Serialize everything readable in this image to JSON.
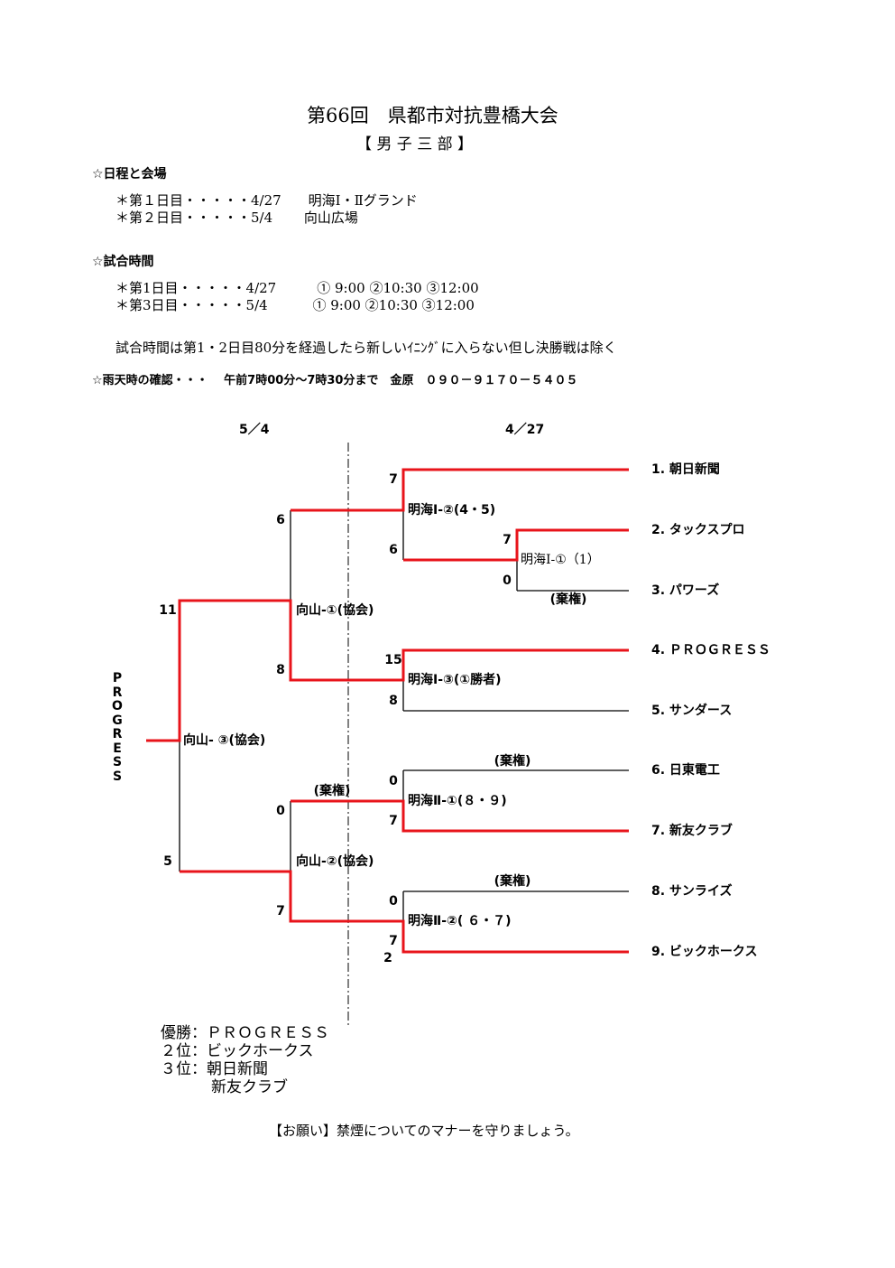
{
  "header": {
    "title": "第66回　県都市対抗豊橋大会",
    "division": "【 男 子 三 部 】"
  },
  "schedule": {
    "heading": "☆日程と会場",
    "rows": [
      "＊第１日目・・・・・4/27　　明海Ⅰ・Ⅱグランド",
      "＊第２日目・・・・・5/4　　 向山広場"
    ]
  },
  "times": {
    "heading": "☆試合時間",
    "rows": [
      "＊第1日目・・・・・4/27　　　① 9:00 ②10:30 ③12:00",
      "＊第3日目・・・・・5/4　　　 ① 9:00 ②10:30 ③12:00"
    ],
    "note": "試合時間は第1・2日目80分を経過したら新しいｲﾆﾝｸﾞに入らない但し決勝戦は除く"
  },
  "rain": "☆雨天時の確認・・・　 午前7時00分～7時30分まで　金原　０９０－９１７０－５４０５",
  "bracket": {
    "dates": [
      "5／4",
      "4／27"
    ],
    "teams": [
      "1. 朝日新聞",
      "2. タックスプロ",
      "3. パワーズ",
      "4. ＰＲＯＧＲＥＳＳ",
      "5. サンダース",
      "6. 日東電工",
      "7. 新友クラブ",
      "8. サンライズ",
      "9. ビックホークス"
    ],
    "matches": [
      "明海Ⅰ-①（1）",
      "明海Ⅰ-②(4・5)",
      "明海Ⅰ-③(①勝者)",
      "明海Ⅱ-①(８・９)",
      "明海Ⅱ-②( ６・７)",
      "向山-①(協会)",
      "向山-②(協会)",
      "向山- ③(協会)"
    ],
    "scores": [
      "7",
      "0",
      "7",
      "6",
      "15",
      "8",
      "0",
      "7",
      "0",
      "7",
      "2",
      "6",
      "8",
      "0",
      "7",
      "11",
      "5"
    ],
    "forfeit": "(棄権)",
    "champion": "PROGRESS",
    "line_color": "#e8141b"
  },
  "results": [
    "優勝：ＰＲＯＧＲＥＳＳ",
    "２位：ビックホークス",
    "３位：朝日新聞",
    "新友クラブ"
  ],
  "footer": "【お願い】禁煙についてのマナーを守りましょう。"
}
